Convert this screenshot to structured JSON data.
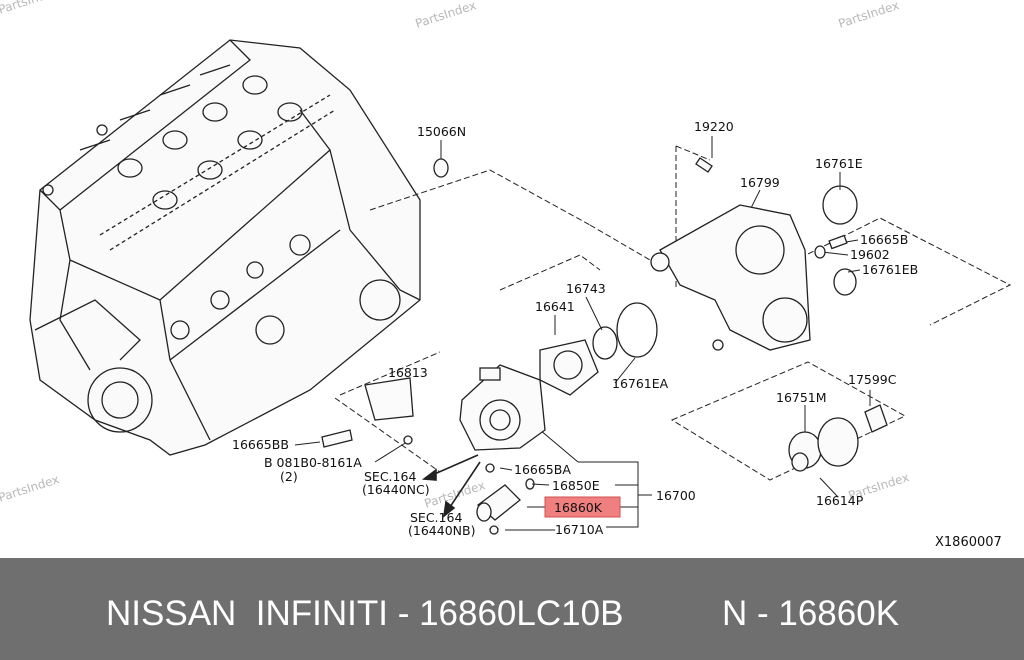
{
  "watermark": "PartsIndex",
  "callouts": {
    "c15066N": "15066N",
    "c19220": "19220",
    "c16761E": "16761E",
    "c16799": "16799",
    "c16665B": "16665B",
    "c19602": "19602",
    "c16761EB": "16761EB",
    "c16743": "16743",
    "c16641": "16641",
    "c16761EA": "16761EA",
    "c16813": "16813",
    "c16665BB": "16665BB",
    "c08180": "B 081B0-8161A",
    "c2": "(2)",
    "cSEC164a": "SEC.164",
    "c16440NC": "(16440NC)",
    "cSEC164b": "SEC.164",
    "c16440NB": "(16440NB)",
    "c16665BA": "16665BA",
    "c16850E": "16850E",
    "c16860K": "16860K",
    "c16700": "16700",
    "c16710A": "16710A",
    "c16751M": "16751M",
    "c17599C": "17599C",
    "c16614P": "16614P",
    "diagramId": "X1860007"
  },
  "highlight_color": "#f08080",
  "footer": {
    "left": "NISSAN  INFINITI - 16860LC10B",
    "right": "N - 16860K",
    "background": "#6f6f6f"
  }
}
